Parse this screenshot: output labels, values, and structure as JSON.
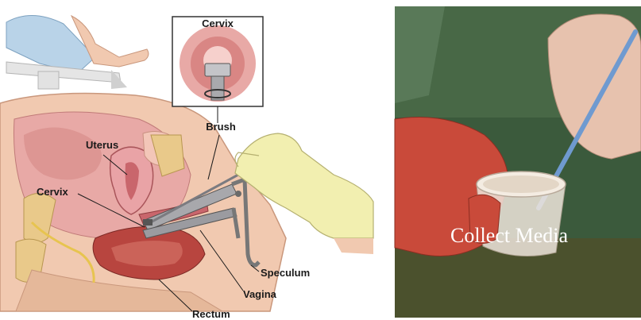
{
  "diagram": {
    "inset_title": "Cervix",
    "labels": {
      "brush": "Brush",
      "uterus": "Uterus",
      "cervix": "Cervix",
      "speculum": "Speculum",
      "vagina": "Vagina",
      "rectum": "Rectum"
    }
  },
  "photo": {
    "caption": "Collect Media"
  },
  "colors": {
    "tissue_pink": "#e8a9a6",
    "muscle_red": "#b8453f",
    "bone_tan": "#e9c98a",
    "glove_yellow": "#f2efb0",
    "skin": "#f1c9b0",
    "photo_green": "#3b5a3c",
    "glove_red": "#c94a3a",
    "swab_blue": "#6f9ad0"
  }
}
